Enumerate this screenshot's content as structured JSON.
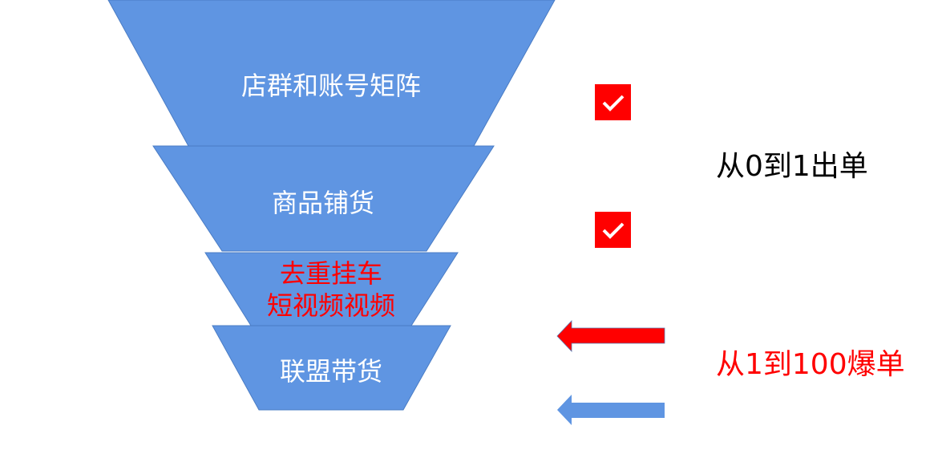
{
  "funnel": {
    "stages": [
      {
        "label": "店群和账号矩阵"
      },
      {
        "label": "商品铺货"
      },
      {
        "label_line1": "去重挂车",
        "label_line2": "短视频视频"
      },
      {
        "label": "联盟带货"
      }
    ]
  },
  "annotations": {
    "phase1": "从0到1出单",
    "phase2": "从1到100爆单"
  },
  "colors": {
    "funnel_fill": "#5f95e2",
    "accent_red": "#ff0000",
    "text_white": "#ffffff",
    "text_black": "#000000"
  }
}
